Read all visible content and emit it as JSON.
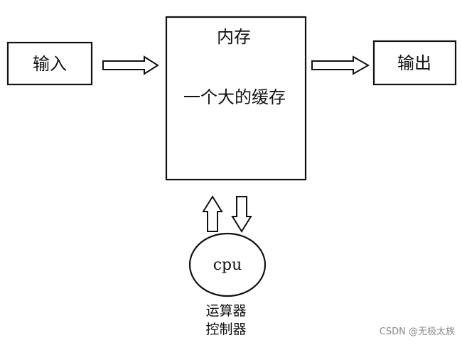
{
  "diagram": {
    "input_label": "输入",
    "memory_title": "内存",
    "memory_subtitle": "一个大的缓存",
    "output_label": "输出",
    "cpu_label": "cpu",
    "cpu_part1": "运算器",
    "cpu_part2": "控制器"
  },
  "watermark": "CSDN @无极太族"
}
